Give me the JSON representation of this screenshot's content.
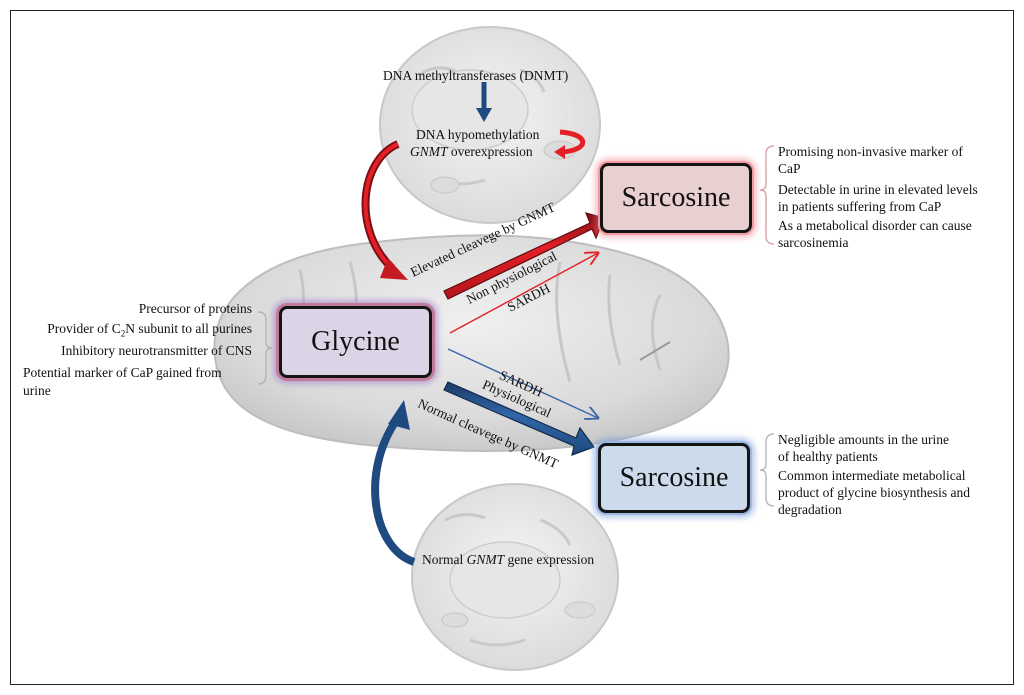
{
  "top_process": {
    "dnmt": "DNA methyltransferases (DNMT)",
    "hypomethylation": "DNA hypomethylation",
    "gnmt_italic": "GNMT",
    "overexpression": " overexpression"
  },
  "bottom_process": {
    "prefix": "Normal ",
    "gnmt_italic": "GNMT",
    "suffix": " gene expression"
  },
  "glycine": {
    "label": "Glycine",
    "properties": {
      "p1": "Precursor of proteins",
      "p2_pre": "Provider of C",
      "p2_sub": "2",
      "p2_post": "N subunit to all purines",
      "p3": "Inhibitory neurotransmitter of CNS",
      "p4_line1": "Potential marker of CaP gained from",
      "p4_line2": "urine"
    }
  },
  "sarcosine_top": {
    "label": "Sarcosine",
    "notes": {
      "n1_line1": "Promising non-invasive marker of",
      "n1_line2": "CaP",
      "n2_line1": "Detectable in urine in elevated levels",
      "n2_line2": "in patients suffering from CaP",
      "n3_line1": "As a metabolical disorder can cause",
      "n3_line2": "sarcosinemia"
    }
  },
  "sarcosine_bottom": {
    "label": "Sarcosine",
    "notes": {
      "n1_line1": "Negligible amounts in the urine",
      "n1_line2": "of healthy patients",
      "n2_line1": "Common intermediate metabolical",
      "n2_line2": "product of glycine biosynthesis and",
      "n2_line3": "degradation"
    }
  },
  "arrows": {
    "elevated": "Elevated cleavege by GNMT",
    "non_physiological": "Non physiological",
    "sardh_top": "SARDH",
    "sardh_bottom": "SARDH",
    "physiological": "Physiological",
    "normal": "Normal cleavege by GNMT"
  },
  "colors": {
    "red_arrow": "#e41f26",
    "blue_arrow": "#2b5d9b"
  }
}
